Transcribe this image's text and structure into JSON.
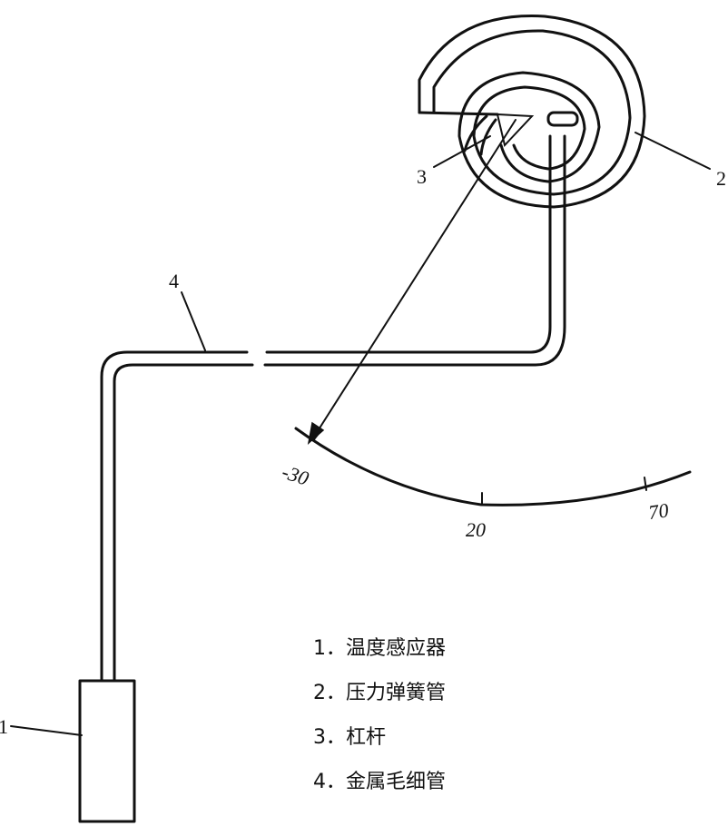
{
  "callouts": {
    "c1": "1",
    "c2": "2",
    "c3": "3",
    "c4": "4"
  },
  "scale": {
    "ticks": [
      "-30",
      "20",
      "70"
    ]
  },
  "legend": [
    "1．温度感应器",
    "2．压力弹簧管",
    "3．杠杆",
    "4．金属毛细管"
  ]
}
